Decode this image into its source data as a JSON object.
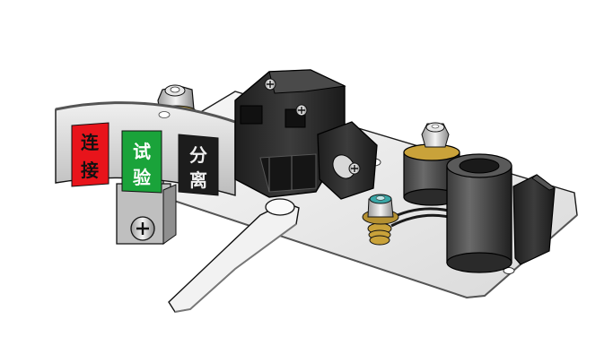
{
  "labels": {
    "connect": {
      "line1": "连",
      "line2": "接",
      "color": "#e8141b"
    },
    "test": {
      "line1": "试",
      "line2": "验",
      "color": "#1aa33a"
    },
    "disconnect": {
      "line1": "分",
      "line2": "离",
      "color": "#1c1c1c"
    }
  },
  "colors": {
    "background": "#ffffff",
    "metal_light": "#e9e9e9",
    "metal_mid": "#bdbdbd",
    "metal_dark": "#7a7a7a",
    "plastic_dark": "#2a2a2a",
    "brass": "#c9a23a",
    "teal": "#3aa7a7"
  }
}
